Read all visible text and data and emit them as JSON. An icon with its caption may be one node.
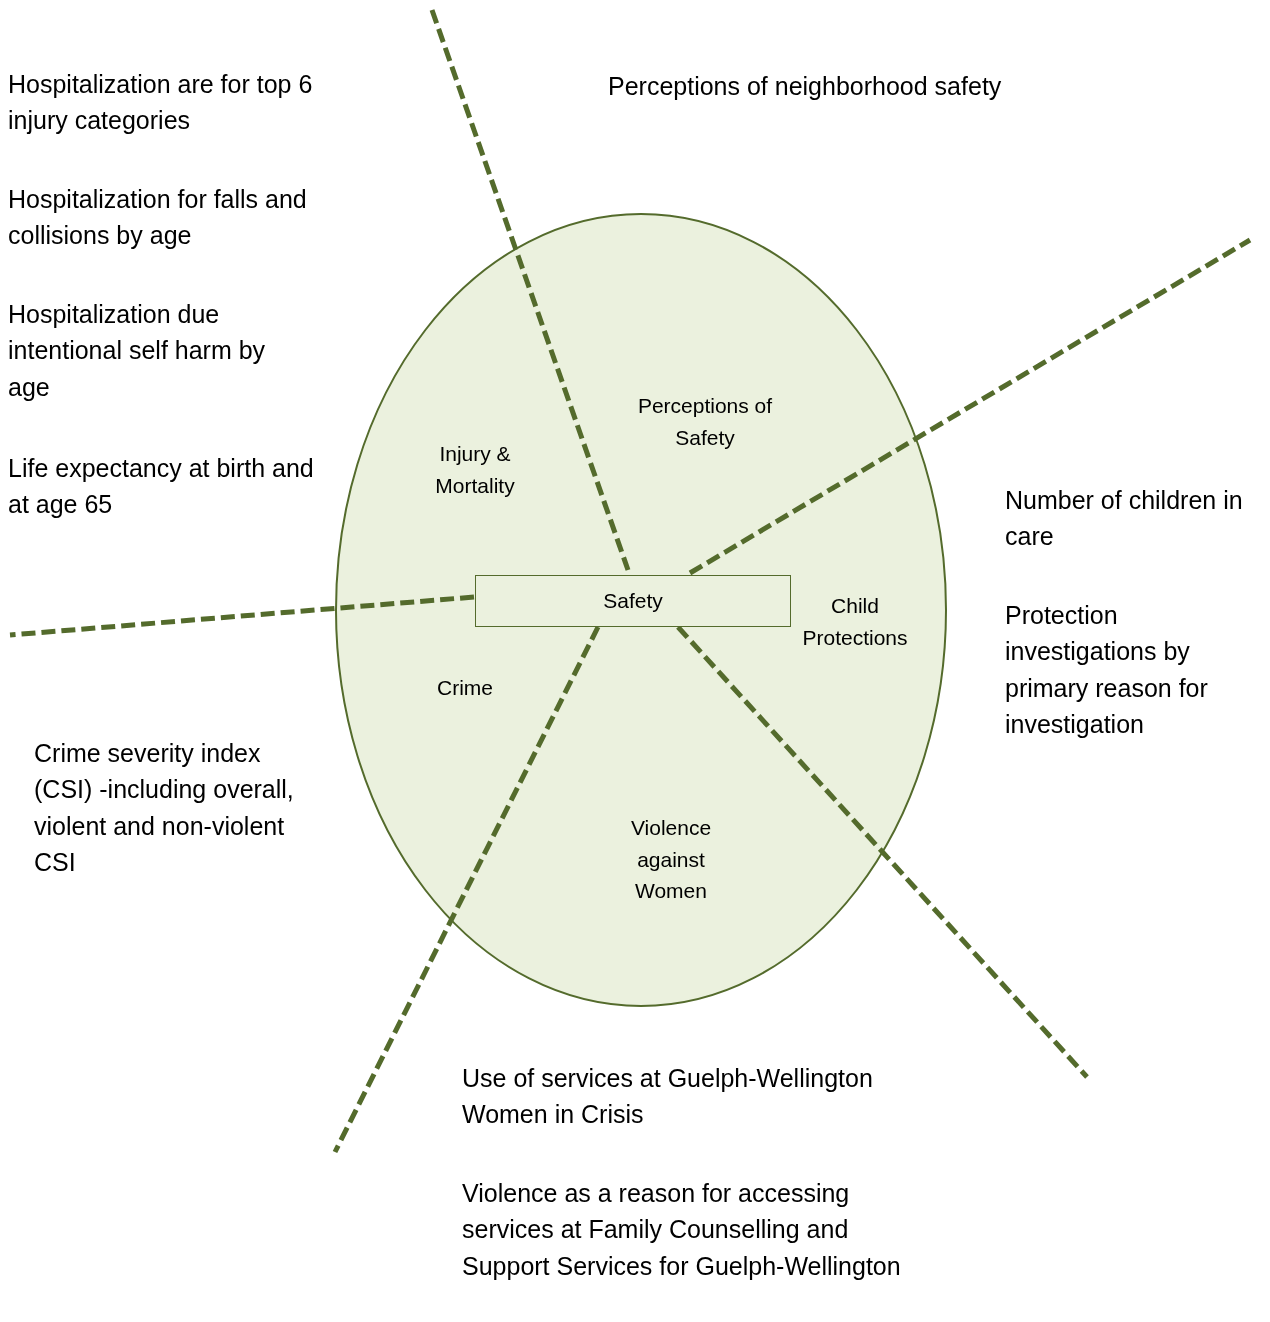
{
  "diagram": {
    "nodes": [
      {
        "text": [],
        "shape": "ellipse"
      },
      {
        "text": [
          "Safety"
        ],
        "in": 0
      }
    ],
    "labels": [
      "Hospitalization are for top 6 injury categories",
      "Perceptions of neighborhood safety",
      "Hospitalization for falls and collisions by age",
      "Hospitalization due intentional self harm by age",
      "Perceptions of Safety",
      "Injury & Mortality",
      "Life expectancy at birth and at age 65",
      "Number of children in care",
      "Child Protections",
      "Protection investigations by primary reason for investigation",
      "Crime",
      "Crime severity index (CSI) -including overall, violent and non-violent CSI",
      "Violence against Women",
      "Use of services at Guelph-Wellington Women in Crisis",
      "Violence as a reason for accessing services at Family Counselling and Support Services for Guelph-Wellington"
    ]
  }
}
